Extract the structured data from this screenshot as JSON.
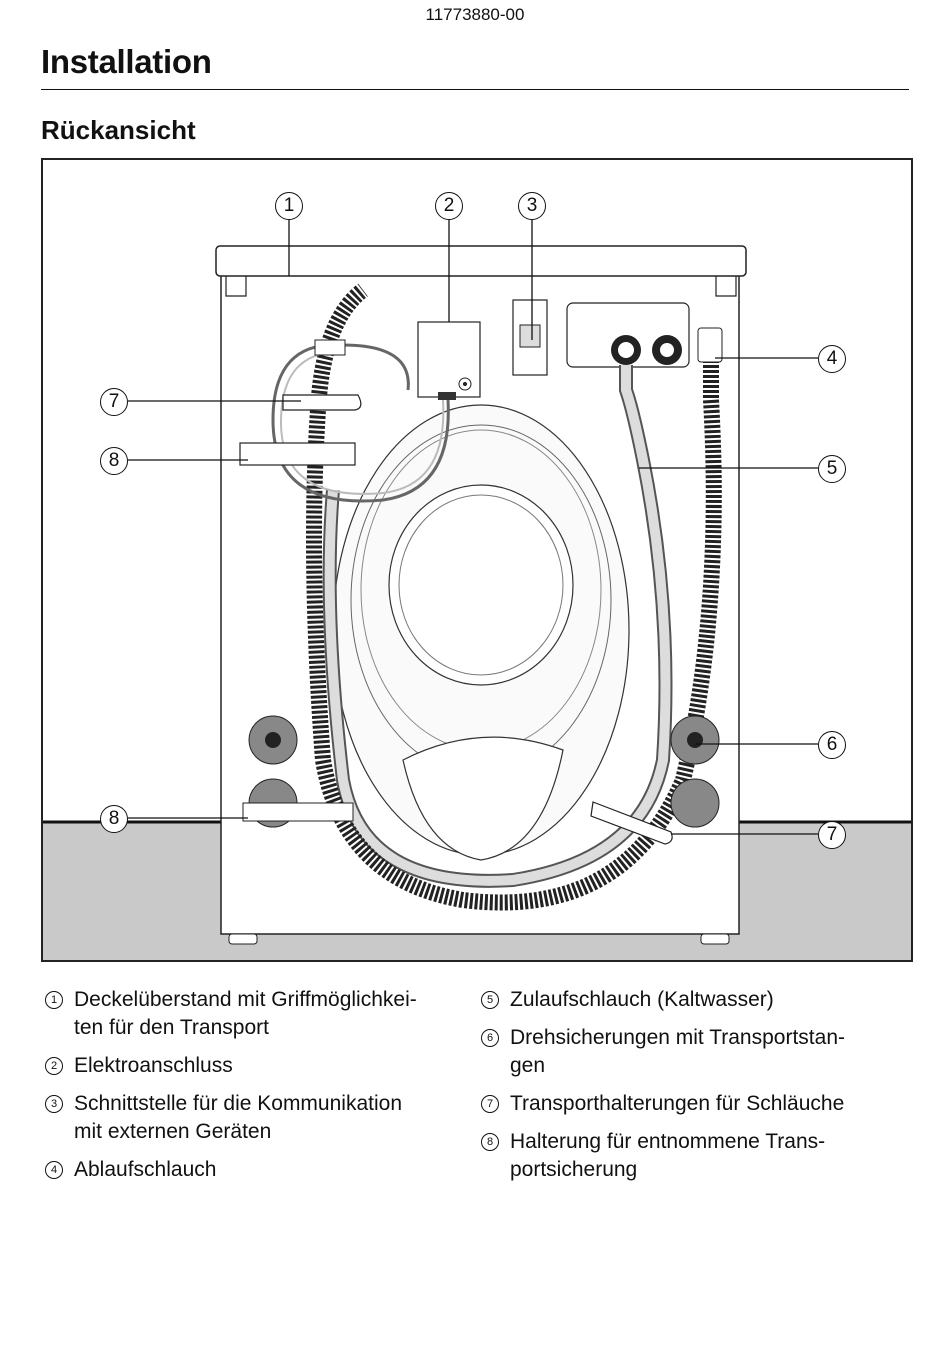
{
  "header": {
    "doc_number": "11773880-00"
  },
  "page": {
    "title": "Installation",
    "subtitle": "Rückansicht"
  },
  "figure": {
    "callouts": [
      "1",
      "2",
      "3",
      "4",
      "5",
      "6",
      "7",
      "8",
      "7",
      "8"
    ]
  },
  "legend": {
    "left": [
      {
        "num": "1",
        "text": "Deckelüberstand mit Griffmöglichkei-\nten für den Transport"
      },
      {
        "num": "2",
        "text": "Elektroanschluss"
      },
      {
        "num": "3",
        "text": "Schnittstelle für die Kommunikation\nmit externen Geräten"
      },
      {
        "num": "4",
        "text": "Ablaufschlauch"
      }
    ],
    "right": [
      {
        "num": "5",
        "text": "Zulaufschlauch (Kaltwasser)"
      },
      {
        "num": "6",
        "text": "Drehsicherungen mit Transportstan-\ngen"
      },
      {
        "num": "7",
        "text": "Transporthalterungen für Schläuche"
      },
      {
        "num": "8",
        "text": "Halterung für entnommene Trans-\nportsicherung"
      }
    ]
  }
}
